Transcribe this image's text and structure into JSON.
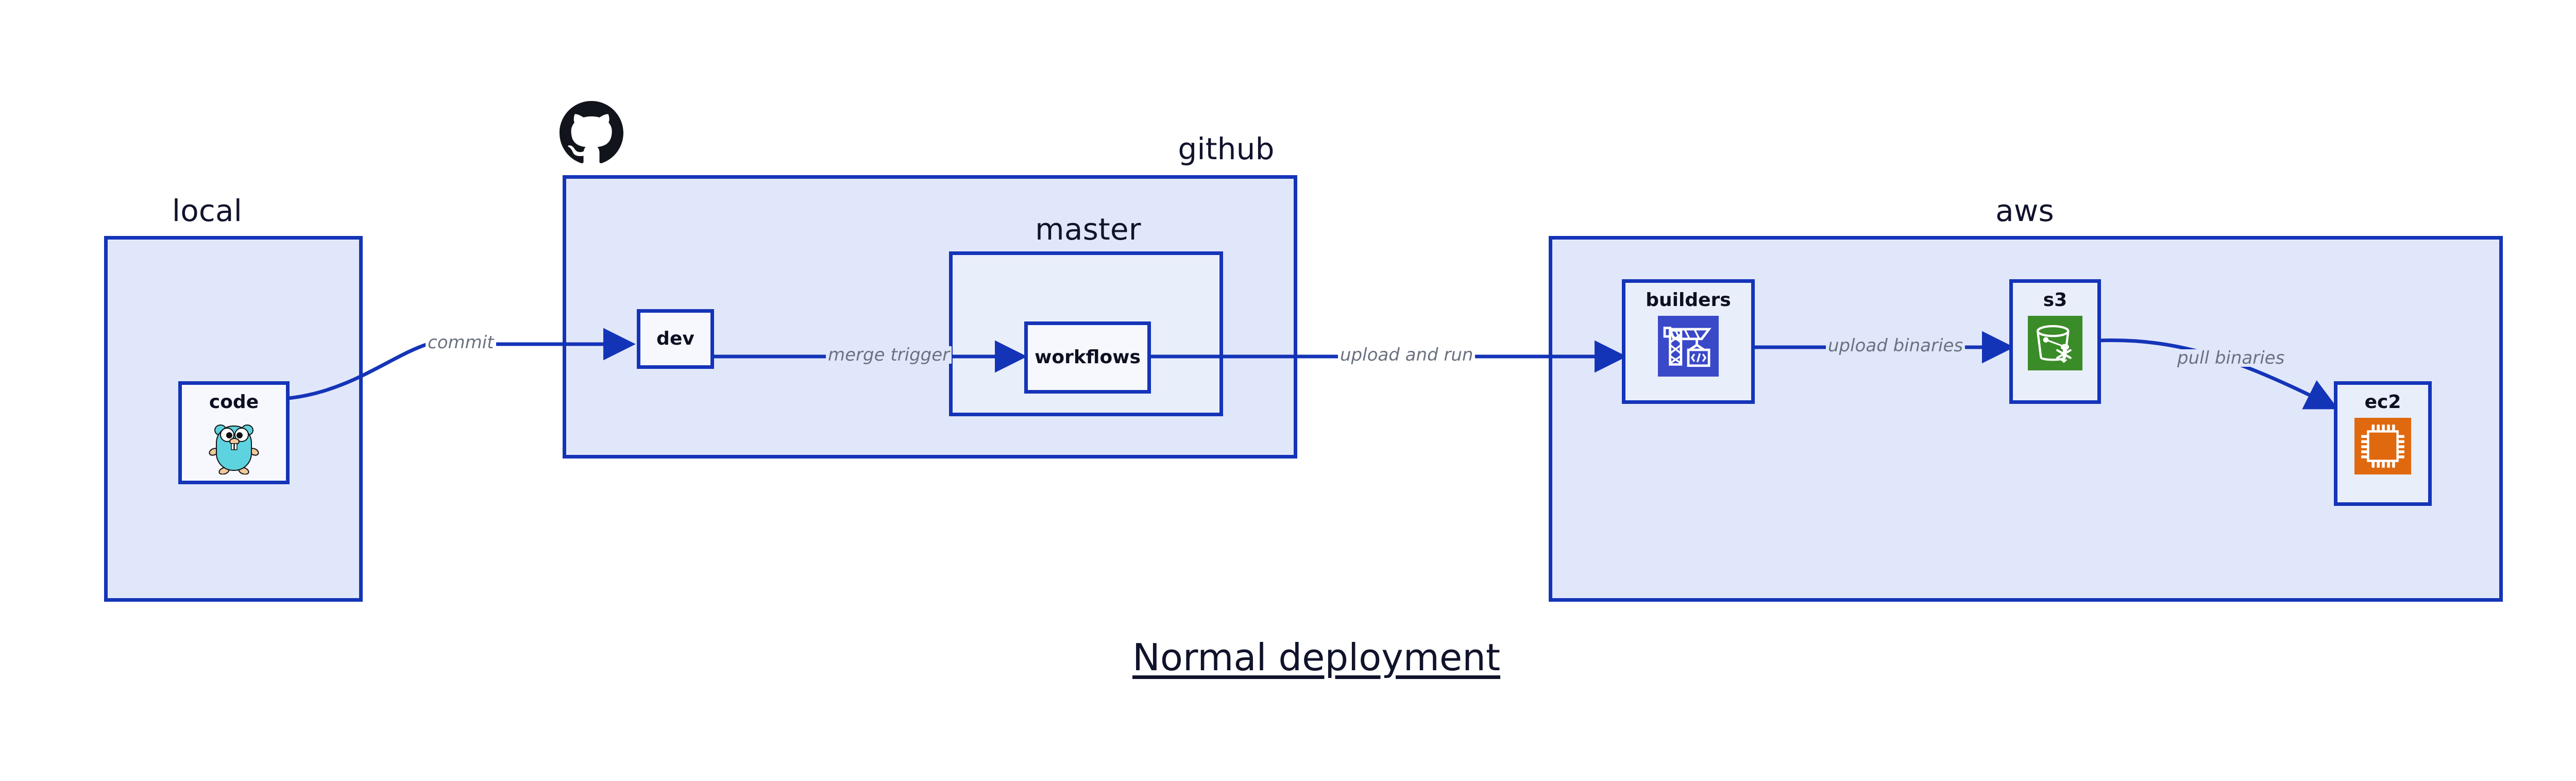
{
  "diagram": {
    "title": "Normal deployment",
    "accent_blue": "#1434b8",
    "zone_fill": "#e1e7fa",
    "node_fill": "#e9eefb",
    "label_gray": "#6a7280",
    "text_dark": "#10132b"
  },
  "zones": [
    {
      "id": "local",
      "label": "local"
    },
    {
      "id": "github",
      "label": "github"
    },
    {
      "id": "master",
      "label": "master"
    },
    {
      "id": "aws",
      "label": "aws"
    }
  ],
  "nodes": [
    {
      "id": "code",
      "label": "code",
      "icon": "go-gopher-icon",
      "icon_color": "#5ed3e0"
    },
    {
      "id": "dev",
      "label": "dev",
      "icon": "none",
      "icon_color": ""
    },
    {
      "id": "workflows",
      "label": "workflows",
      "icon": "none",
      "icon_color": ""
    },
    {
      "id": "builders",
      "label": "builders",
      "icon": "crane-code-icon",
      "icon_color": "#3a49c8"
    },
    {
      "id": "s3",
      "label": "s3",
      "icon": "s3-bucket-icon",
      "icon_color": "#3a8c28"
    },
    {
      "id": "ec2",
      "label": "ec2",
      "icon": "cpu-chip-icon",
      "icon_color": "#e0690f"
    }
  ],
  "edges": [
    {
      "id": "commit",
      "label": "commit",
      "from": "code",
      "to": "dev"
    },
    {
      "id": "merge-trigger",
      "label": "merge trigger",
      "from": "dev",
      "to": "workflows"
    },
    {
      "id": "upload-and-run",
      "label": "upload and run",
      "from": "workflows",
      "to": "builders"
    },
    {
      "id": "upload-binaries",
      "label": "upload binaries",
      "from": "builders",
      "to": "s3"
    },
    {
      "id": "pull-binaries",
      "label": "pull binaries",
      "from": "s3",
      "to": "ec2"
    }
  ],
  "logos": [
    {
      "id": "github-logo",
      "name": "github-octocat-icon",
      "color": "#11141a"
    }
  ]
}
